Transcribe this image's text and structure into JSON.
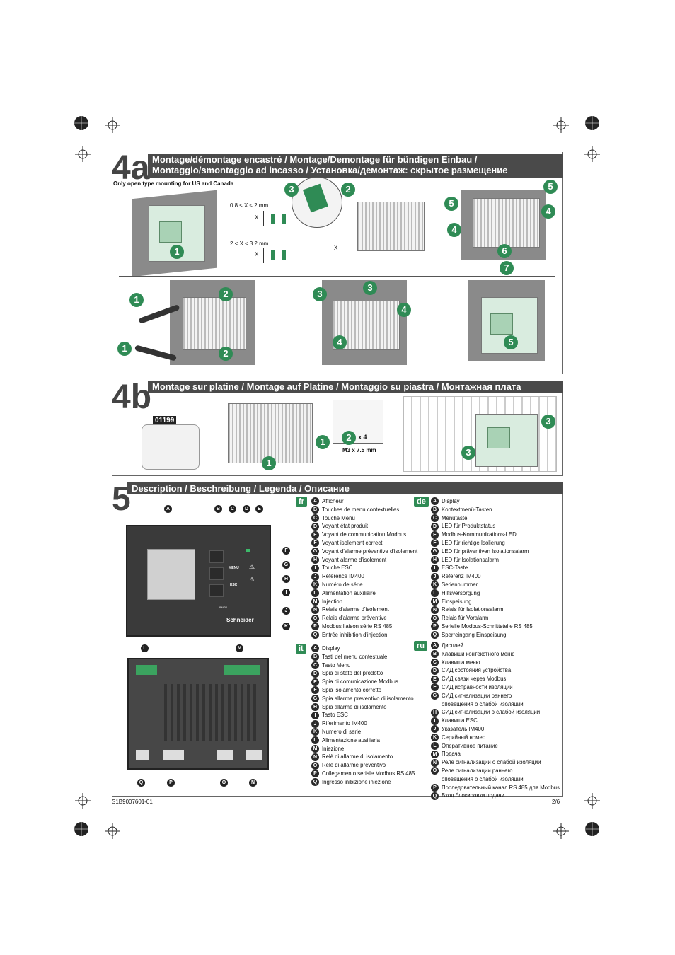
{
  "section4a": {
    "number": "4a",
    "title_line1": "Montage/démontage encastré / Montage/Demontage für bündigen Einbau /",
    "title_line2": "Montaggio/smontaggio ad incasso / Установка/демонтаж: скрытое размещение",
    "note": "Only open type mounting for US and Canada",
    "range1": "0.8 ≤ X ≤ 2 mm",
    "range2": "2 < X ≤ 3.2 mm",
    "x_label": "X"
  },
  "section4b": {
    "number": "4b",
    "title": "Montage sur platine / Montage auf Platine / Montaggio su piastra / Монтажная плата",
    "part_code": "01199",
    "qty": "x 4",
    "screw": "M3 x 7.5 mm"
  },
  "section5": {
    "number": "5",
    "title": "Description / Beschreibung / Legenda / Описание",
    "menu_key": "MENU",
    "esc_key": "ESC",
    "brand": "Schneider",
    "model": "IM400"
  },
  "legend": {
    "fr": {
      "tag": "fr",
      "items": [
        {
          "k": "A",
          "t": "Afficheur"
        },
        {
          "k": "B",
          "t": "Touches de menu contextuelles"
        },
        {
          "k": "C",
          "t": "Touche Menu"
        },
        {
          "k": "D",
          "t": "Voyant état produit"
        },
        {
          "k": "E",
          "t": "Voyant de communication Modbus"
        },
        {
          "k": "F",
          "t": "Voyant isolement correct"
        },
        {
          "k": "G",
          "t": "Voyant d'alarme préventive d'isolement"
        },
        {
          "k": "H",
          "t": "Voyant alarme d'isolement"
        },
        {
          "k": "I",
          "t": "Touche ESC"
        },
        {
          "k": "J",
          "t": "Référence IM400"
        },
        {
          "k": "K",
          "t": "Numéro de série"
        },
        {
          "k": "L",
          "t": "Alimentation auxiliaire"
        },
        {
          "k": "M",
          "t": "Injection"
        },
        {
          "k": "N",
          "t": "Relais d'alarme d'isolement"
        },
        {
          "k": "O",
          "t": "Relais d'alarme préventive"
        },
        {
          "k": "P",
          "t": "Modbus liaison série RS 485"
        },
        {
          "k": "Q",
          "t": "Entrée inhibition d'injection"
        }
      ]
    },
    "de": {
      "tag": "de",
      "items": [
        {
          "k": "A",
          "t": "Display"
        },
        {
          "k": "B",
          "t": "Kontextmenü-Tasten"
        },
        {
          "k": "C",
          "t": "Menütaste"
        },
        {
          "k": "D",
          "t": "LED für Produktstatus"
        },
        {
          "k": "E",
          "t": "Modbus-Kommunikations-LED"
        },
        {
          "k": "F",
          "t": "LED für richtige Isolierung"
        },
        {
          "k": "G",
          "t": "LED für präventiven Isolationsalarm"
        },
        {
          "k": "H",
          "t": "LED für Isolationsalarm"
        },
        {
          "k": "I",
          "t": "ESC-Taste"
        },
        {
          "k": "J",
          "t": "Referenz IM400"
        },
        {
          "k": "K",
          "t": "Seriennummer"
        },
        {
          "k": "L",
          "t": "Hilfsversorgung"
        },
        {
          "k": "M",
          "t": "Einspeisung"
        },
        {
          "k": "N",
          "t": "Relais für Isolationsalarm"
        },
        {
          "k": "O",
          "t": "Relais für Voralarm"
        },
        {
          "k": "P",
          "t": "Serielle Modbus-Schnittstelle RS 485"
        },
        {
          "k": "Q",
          "t": "Sperreingang Einspeisung"
        }
      ]
    },
    "it": {
      "tag": "it",
      "items": [
        {
          "k": "A",
          "t": "Display"
        },
        {
          "k": "B",
          "t": "Tasti del menu contestuale"
        },
        {
          "k": "C",
          "t": "Tasto Menu"
        },
        {
          "k": "D",
          "t": "Spia di stato del prodotto"
        },
        {
          "k": "E",
          "t": "Spia di comunicazione Modbus"
        },
        {
          "k": "F",
          "t": "Spia isolamento corretto"
        },
        {
          "k": "G",
          "t": "Spia allarme preventivo di isolamento"
        },
        {
          "k": "H",
          "t": "Spia allarme di isolamento"
        },
        {
          "k": "I",
          "t": "Tasto ESC"
        },
        {
          "k": "J",
          "t": "Riferimento IM400"
        },
        {
          "k": "K",
          "t": "Numero di serie"
        },
        {
          "k": "L",
          "t": "Alimentazione ausiliaria"
        },
        {
          "k": "M",
          "t": "Iniezione"
        },
        {
          "k": "N",
          "t": "Relè di allarme di isolamento"
        },
        {
          "k": "O",
          "t": "Relè di allarme preventivo"
        },
        {
          "k": "P",
          "t": "Collegamento seriale Modbus RS 485"
        },
        {
          "k": "Q",
          "t": "Ingresso inibizione iniezione"
        }
      ]
    },
    "ru": {
      "tag": "ru",
      "items": [
        {
          "k": "A",
          "t": "Дисплей"
        },
        {
          "k": "B",
          "t": "Клавиши контекстного меню"
        },
        {
          "k": "C",
          "t": "Клавиша меню"
        },
        {
          "k": "D",
          "t": "СИД состояния устройства"
        },
        {
          "k": "E",
          "t": "СИД связи через Modbus"
        },
        {
          "k": "F",
          "t": "СИД исправности изоляции"
        },
        {
          "k": "G",
          "t": "СИД сигнализации раннего"
        },
        {
          "k": "",
          "t": "оповещения о слабой изоляции"
        },
        {
          "k": "H",
          "t": "СИД сигнализации о слабой изоляции"
        },
        {
          "k": "I",
          "t": "Клавиша ESC"
        },
        {
          "k": "J",
          "t": "Указатель IM400"
        },
        {
          "k": "K",
          "t": "Серийный номер"
        },
        {
          "k": "L",
          "t": "Оперативное питание"
        },
        {
          "k": "M",
          "t": "Подача"
        },
        {
          "k": "N",
          "t": "Реле сигнализации о слабой изоляции"
        },
        {
          "k": "O",
          "t": "Реле сигнализации раннего"
        },
        {
          "k": "",
          "t": "оповещения о слабой изоляции"
        },
        {
          "k": "P",
          "t": "Последовательный канал RS 485 для Modbus"
        },
        {
          "k": "Q",
          "t": "Вход блокировки подачи"
        }
      ]
    }
  },
  "footer": {
    "doc_ref": "S1B9007601-01",
    "page": "2/6"
  }
}
